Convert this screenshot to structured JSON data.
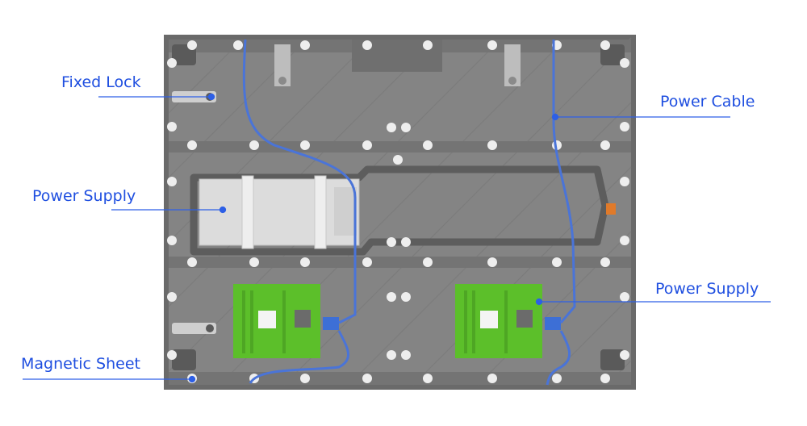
{
  "labels": {
    "fixed_lock": "Fixed Lock",
    "power_supply_left": "Power Supply",
    "magnetic_sheet": "Magnetic Sheet",
    "power_cable": "Power Cable",
    "power_supply_right": "Power Supply"
  },
  "colors": {
    "panel": "#808080",
    "frame": "#5e5e5e",
    "cable": "#4a74d8",
    "leader_line": "#2d5fe6",
    "label_text": "#1f4fe0",
    "board": "#5cbf2a",
    "psu_box": "#e2e2e2"
  },
  "icons": [
    "magnet-hole-icon",
    "lock-bracket-icon",
    "connector-icon"
  ]
}
